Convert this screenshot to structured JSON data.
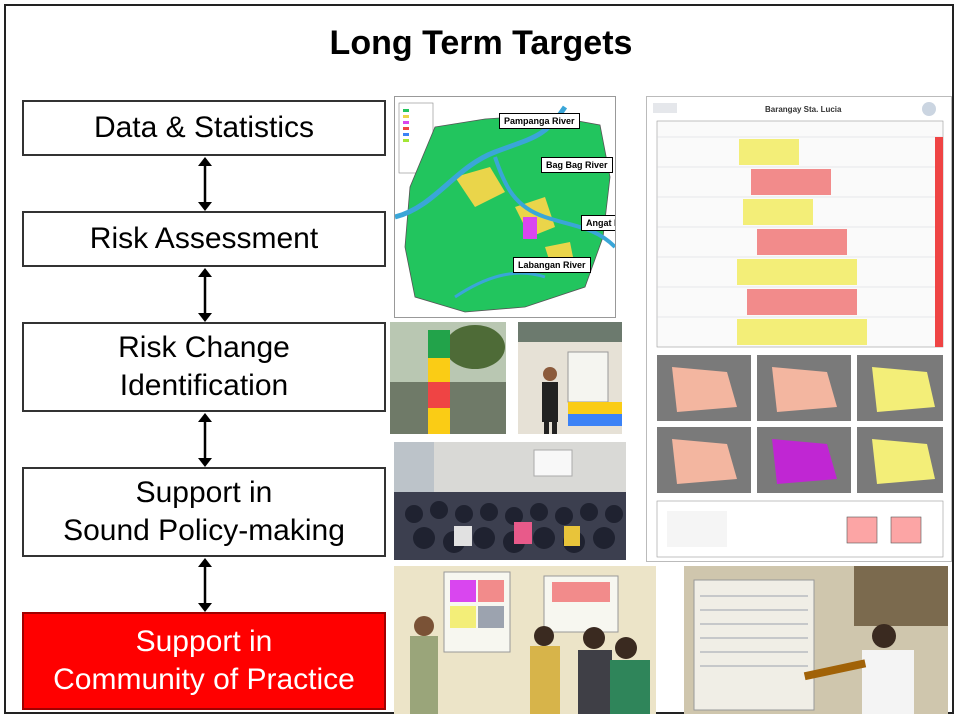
{
  "title": "Long Term Targets",
  "steps": [
    {
      "label": "Data & Statistics"
    },
    {
      "label": "Risk Assessment"
    },
    {
      "label": "Risk Change\nIdentification"
    },
    {
      "label": "Support in\nSound Policy-making"
    },
    {
      "label": "Support in\nCommunity of Practice"
    }
  ],
  "map": {
    "rivers": [
      "Pampanga River",
      "Bag Bag River",
      "Angat River",
      "Labangan River"
    ]
  },
  "hazard_sheet": {
    "title": "Barangay Sta. Lucia"
  },
  "colors": {
    "active_step": "#ff0000",
    "map_green": "#22c55e",
    "river_blue": "#3aa6d8",
    "hazard_red": "#f28b8b",
    "hazard_yellow": "#f3ee78"
  }
}
